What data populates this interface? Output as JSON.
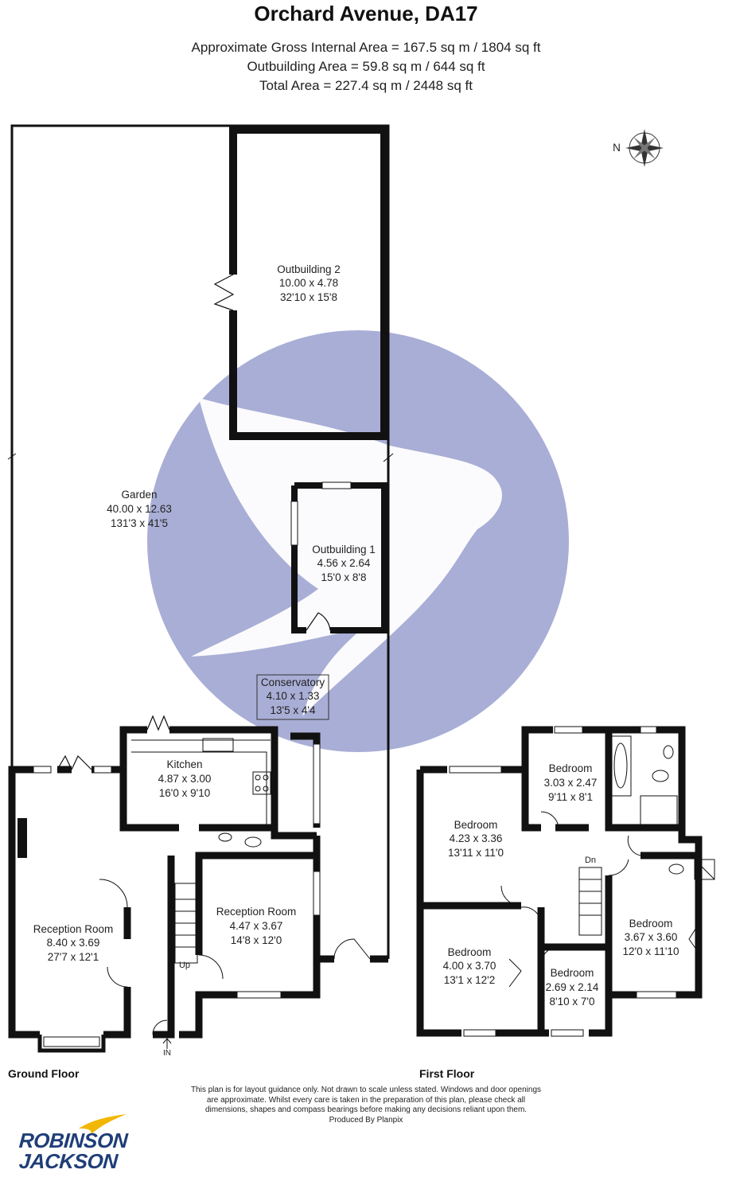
{
  "header": {
    "title": "Orchard Avenue, DA17",
    "line1": "Approximate Gross Internal Area = 167.5 sq m / 1804 sq ft",
    "line2": "Outbuilding Area =  59.8 sq m / 644 sq ft",
    "line3": "Total Area = 227.4 sq m / 2448 sq ft"
  },
  "compass": {
    "label": "N"
  },
  "rooms": {
    "outbuilding2": {
      "name": "Outbuilding 2",
      "metric": "10.00 x 4.78",
      "imperial": "32'10 x 15'8"
    },
    "garden": {
      "name": "Garden",
      "metric": "40.00 x 12.63",
      "imperial": "131'3 x 41'5"
    },
    "outbuilding1": {
      "name": "Outbuilding 1",
      "metric": "4.56 x 2.64",
      "imperial": "15'0 x 8'8"
    },
    "conservatory": {
      "name": "Conservatory",
      "metric": "4.10 x 1.33",
      "imperial": "13'5 x 4'4"
    },
    "kitchen": {
      "name": "Kitchen",
      "metric": "4.87 x 3.00",
      "imperial": "16'0 x 9'10"
    },
    "reception1": {
      "name": "Reception Room",
      "metric": "8.40 x 3.69",
      "imperial": "27'7 x 12'1"
    },
    "reception2": {
      "name": "Reception Room",
      "metric": "4.47 x 3.67",
      "imperial": "14'8 x 12'0"
    },
    "bed1": {
      "name": "Bedroom",
      "metric": "4.23 x 3.36",
      "imperial": "13'11 x 11'0"
    },
    "bed2": {
      "name": "Bedroom",
      "metric": "3.03 x 2.47",
      "imperial": "9'11 x 8'1"
    },
    "bed3": {
      "name": "Bedroom",
      "metric": "3.67 x 3.60",
      "imperial": "12'0 x 11'10"
    },
    "bed4": {
      "name": "Bedroom",
      "metric": "4.00 x 3.70",
      "imperial": "13'1 x 12'2"
    },
    "bed5": {
      "name": "Bedroom",
      "metric": "2.69 x 2.14",
      "imperial": "8'10 x 7'0"
    }
  },
  "markers": {
    "up": "Up",
    "down": "Dn",
    "in": "IN"
  },
  "floors": {
    "ground": "Ground Floor",
    "first": "First Floor"
  },
  "disclaimer": {
    "line1": "This plan is for layout guidance only. Not drawn to scale unless stated. Windows and door openings",
    "line2": "are approximate. Whilst every care is taken in the preparation of this plan, please check all",
    "line3": "dimensions, shapes and compass bearings before making any decisions reliant upon them.",
    "line4": "Produced By Planpix"
  },
  "logo": {
    "line1": "ROBINSON",
    "line2": "JACKSON"
  },
  "colors": {
    "wall": "#111111",
    "watermark": "#9aa0cf",
    "logo": "#1f3e78",
    "logo_accent": "#f2b705"
  }
}
